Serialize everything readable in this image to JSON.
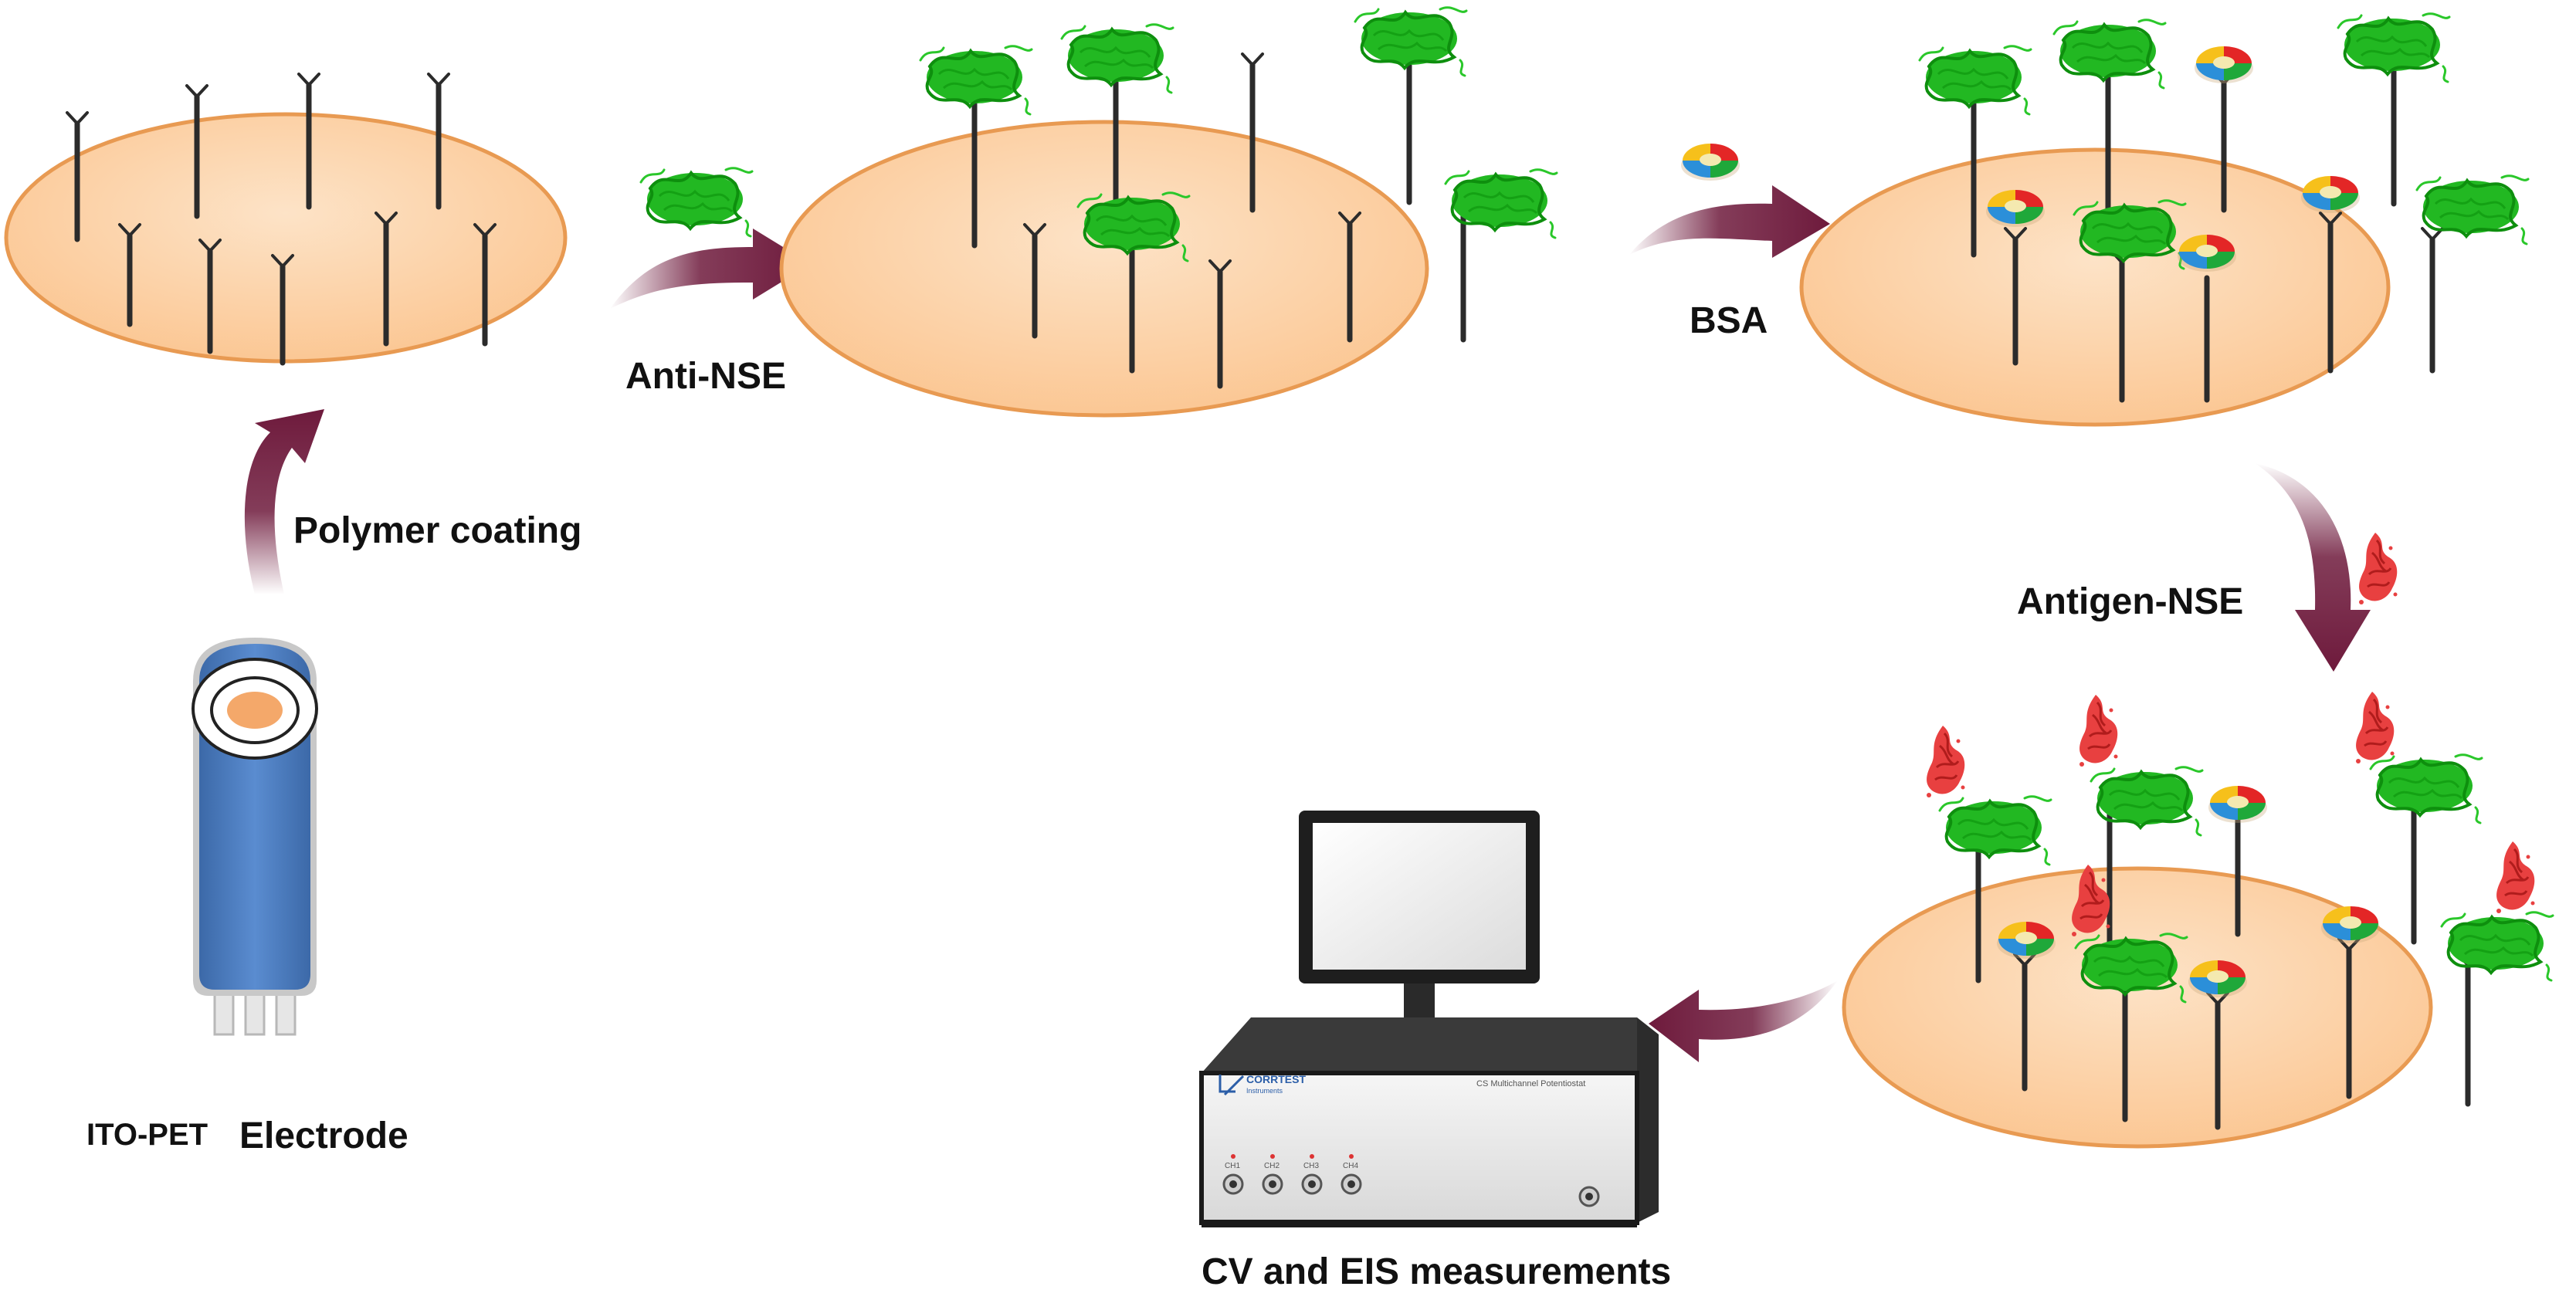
{
  "labels": {
    "polymer_coating": "Polymer coating",
    "anti_nse": "Anti-NSE",
    "bsa": "BSA",
    "antigen_nse": "Antigen-NSE",
    "cv_eis": "CV and EIS measurements",
    "ito_pet": "ITO-PET",
    "electrode": "Electrode"
  },
  "instrument": {
    "brand": "CORRTEST",
    "brand_sub": "Instruments",
    "model": "CS Multichannel Potentiostat",
    "ports": [
      "CH1",
      "CH2",
      "CH3",
      "CH4"
    ]
  },
  "colors": {
    "disk_fill": "#fbcfa3",
    "disk_stroke": "#e89a52",
    "arrow": "#6e1a3c",
    "antibody": "#2b2b2b",
    "protein_green": "#1db41d",
    "antigen_red": "#e03030",
    "bsa_colors": [
      "#e32626",
      "#f6c01b",
      "#1fa83a",
      "#2b8fd9"
    ],
    "electrode_body": "#4a7bbf"
  },
  "icons": {
    "arrow": "curved-arrow-icon",
    "antibody": "antibody-icon",
    "protein": "nse-protein-icon",
    "bsa": "bsa-molecule-icon",
    "antigen": "antigen-icon",
    "electrode": "ito-electrode-icon",
    "computer": "computer-icon"
  }
}
